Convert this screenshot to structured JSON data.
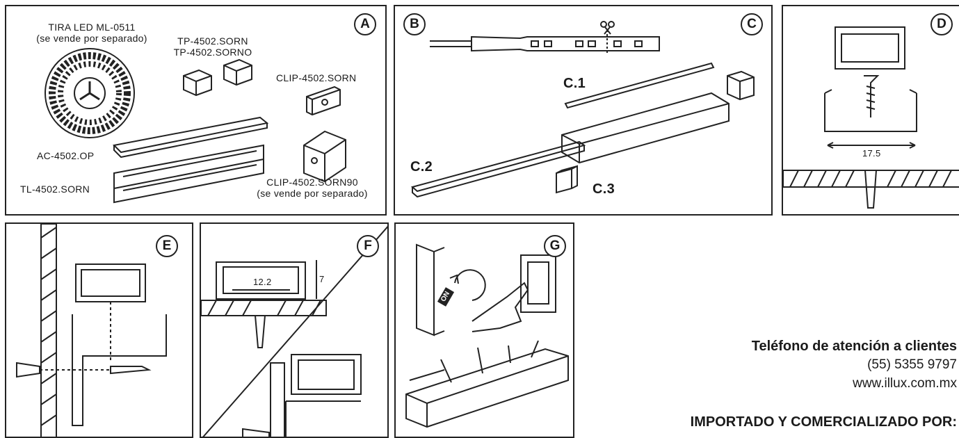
{
  "panels": {
    "a": {
      "badge": "A",
      "strip_label_1": "TIRA LED ML-0511",
      "strip_label_2": "(se vende por separado)",
      "cap_label_1": "TP-4502.SORN",
      "cap_label_2": "TP-4502.SORNO",
      "clip_label": "CLIP-4502.SORN",
      "cover_label": "AC-4502.OP",
      "profile_label": "TL-4502.SORN",
      "clip90_label_1": "CLIP-4502.SORN90",
      "clip90_label_2": "(se vende por separado)"
    },
    "b": {
      "badge": "B"
    },
    "c": {
      "badge": "C",
      "step1": "C.1",
      "step2": "C.2",
      "step3": "C.3"
    },
    "d": {
      "badge": "D",
      "dimension": "17.5"
    },
    "e": {
      "badge": "E"
    },
    "f": {
      "badge": "F",
      "width_dimension": "12.2",
      "height_dimension": "7"
    },
    "g": {
      "badge": "G",
      "switch_text": "ON"
    }
  },
  "contact": {
    "phone_heading": "Teléfono de atención a clientes",
    "phone": "(55) 5355 9797",
    "website": "www.illux.com.mx",
    "importer": "IMPORTADO Y COMERCIALIZADO POR:"
  }
}
